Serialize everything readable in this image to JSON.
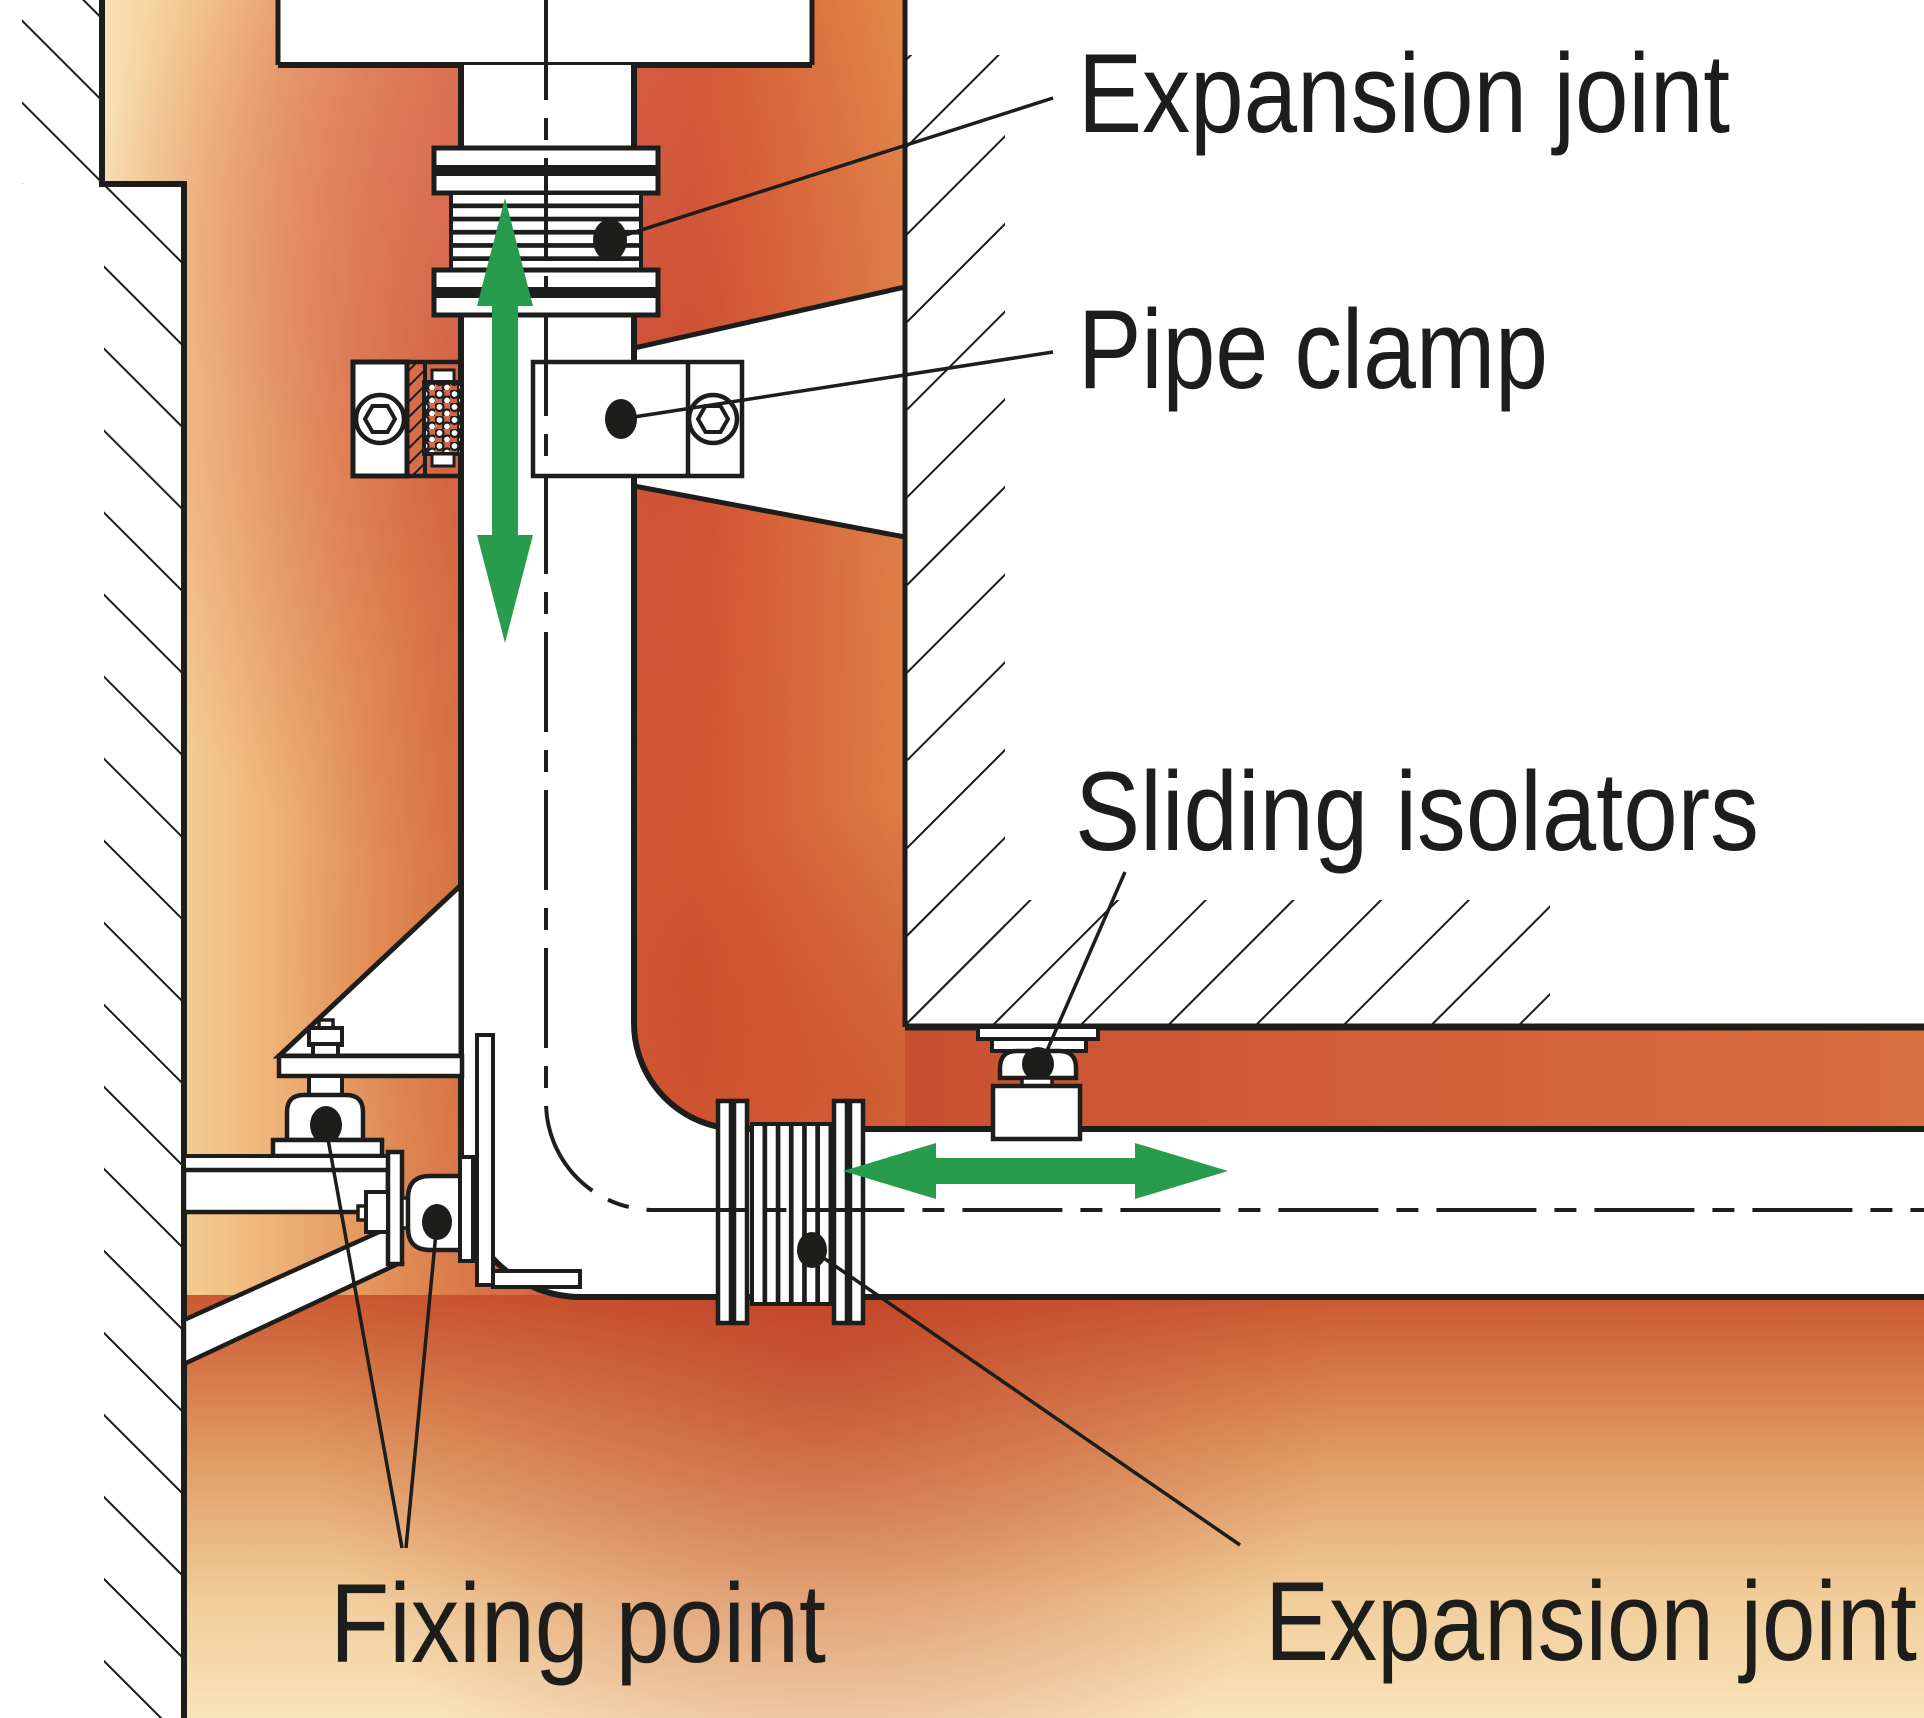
{
  "diagram": {
    "type": "technical-illustration",
    "subject": "hot pipe routed through building walls with expansion compensation",
    "labels": {
      "expansion_joint_top": "Expansion joint",
      "pipe_clamp": "Pipe clamp",
      "sliding_isolators": "Sliding isolators",
      "fixing_point": "Fixing point",
      "expansion_joint_bottom": "Expansion joint"
    },
    "colors": {
      "line": "#1d1d1b",
      "movement_arrow": "#279c4d",
      "heat_hot": "#c94e2e",
      "heat_warm": "#e8954f",
      "heat_cool": "#f9e3b6",
      "background": "#ffffff"
    },
    "movement_arrows": {
      "vertical_pipe": "up-down",
      "horizontal_pipe": "left-right"
    }
  }
}
